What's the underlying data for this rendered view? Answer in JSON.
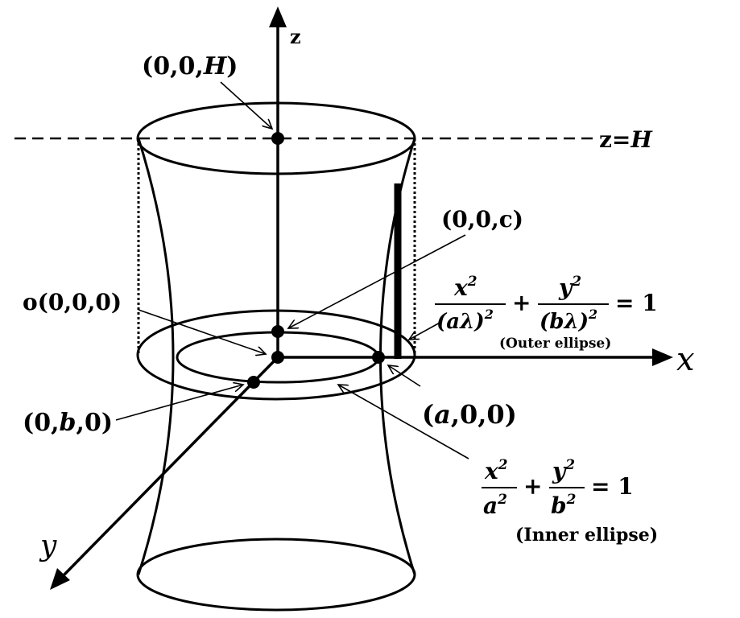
{
  "axes": {
    "z": "z",
    "x": "x",
    "y": "y"
  },
  "plane": {
    "label_prefix": "z=",
    "label_var": "H"
  },
  "points": {
    "top": {
      "open": "(0,0,",
      "var": "H",
      "close": ")"
    },
    "c": "(0,0,c)",
    "origin": "o(0,0,0)",
    "b": {
      "open": "(0,",
      "var": "b",
      "close": ",0)"
    },
    "a": {
      "open": "(",
      "var": "a",
      "close": ",0,0)"
    }
  },
  "outer_ellipse": {
    "num1": "x",
    "den1": "(aλ)",
    "num2": "y",
    "den2": "(bλ)",
    "exp": "2",
    "plus": "+",
    "equals": "= 1",
    "caption": "(Outer ellipse)"
  },
  "inner_ellipse": {
    "num1": "x",
    "den1": "a",
    "num2": "y",
    "den2": "b",
    "exp": "2",
    "plus": "+",
    "equals": "= 1",
    "caption": "(Inner ellipse)"
  }
}
